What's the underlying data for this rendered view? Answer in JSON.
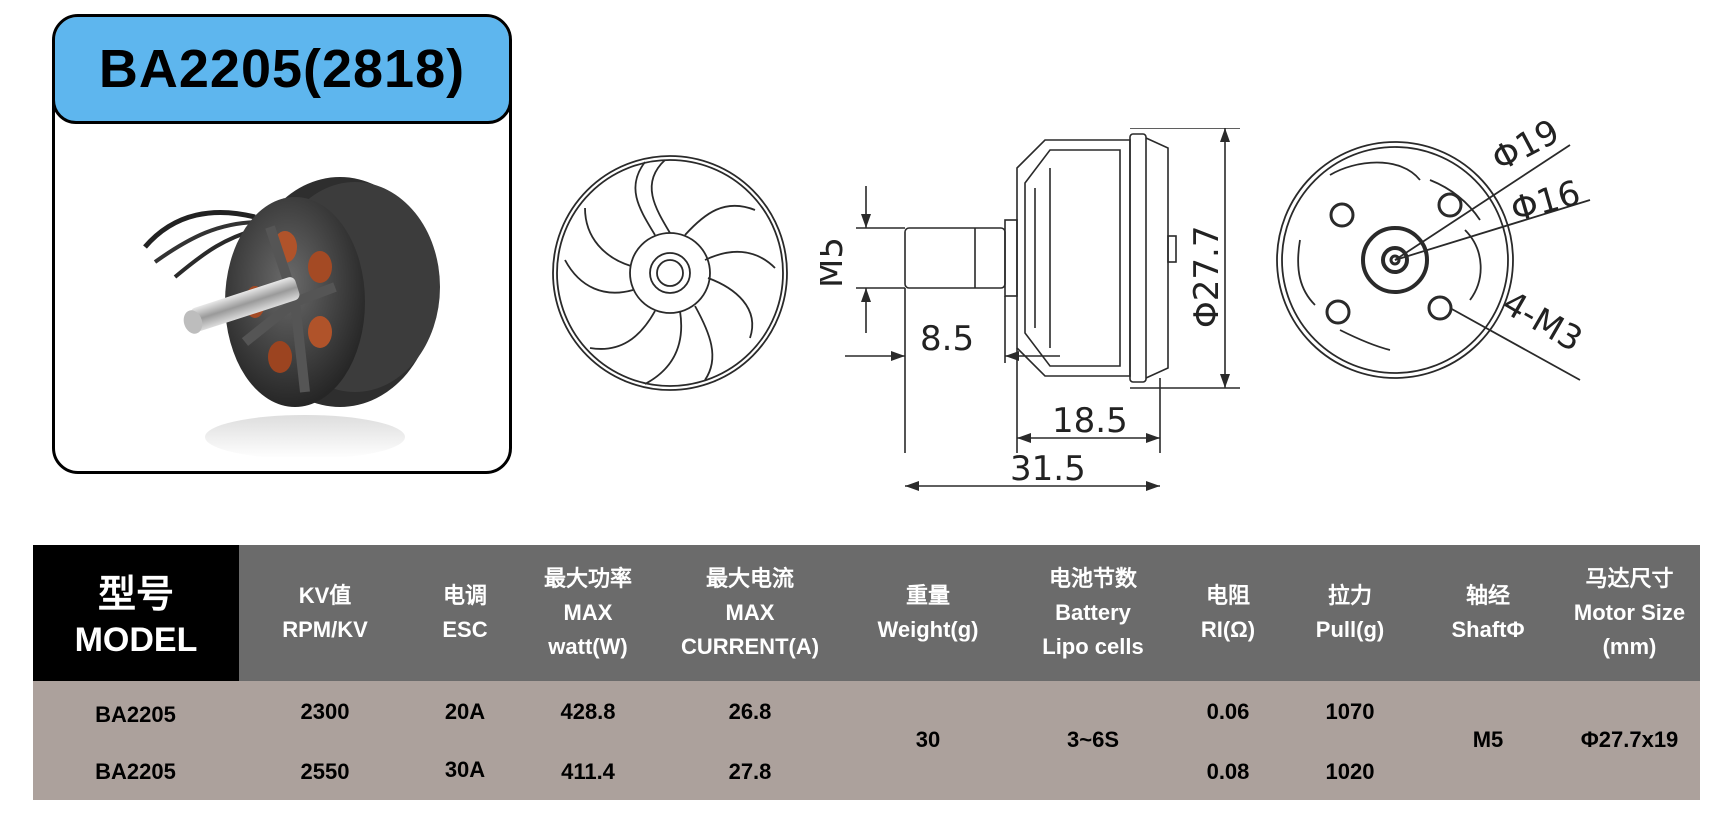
{
  "card": {
    "title": "BA2205(2818)"
  },
  "drawing": {
    "dims": {
      "shaft_thread": "M5",
      "shaft_length": "8.5",
      "body_length": "18.5",
      "total_length": "31.5",
      "diameter": "Φ27.7",
      "outer_hole_circle": "Φ19",
      "inner_hole_circle": "Φ16",
      "mount_holes": "4-M3"
    }
  },
  "table": {
    "model_header": {
      "zh": "型号",
      "en": "MODEL"
    },
    "headers": [
      {
        "zh": "KV值",
        "l2": "RPM/KV",
        "l3": ""
      },
      {
        "zh": "电调",
        "l2": "ESC",
        "l3": ""
      },
      {
        "zh": "最大功率",
        "l2": "MAX",
        "l3": "watt(W)"
      },
      {
        "zh": "最大电流",
        "l2": "MAX",
        "l3": "CURRENT(A)"
      },
      {
        "zh": "重量",
        "l2": "Weight(g)",
        "l3": ""
      },
      {
        "zh": "电池节数",
        "l2": "Battery",
        "l3": "Lipo cells"
      },
      {
        "zh": "电阻",
        "l2": "RI(Ω)",
        "l3": ""
      },
      {
        "zh": "拉力",
        "l2": "Pull(g)",
        "l3": ""
      },
      {
        "zh": "轴经",
        "l2": "ShaftΦ",
        "l3": ""
      },
      {
        "zh": "马达尺寸",
        "l2": "Motor Size",
        "l3": "(mm)"
      }
    ],
    "rows": [
      {
        "model": "BA2205",
        "kv": "2300",
        "esc": "20A",
        "watt": "428.8",
        "current": "26.8",
        "ri": "0.06",
        "pull": "1070"
      },
      {
        "model": "BA2205",
        "kv": "2550",
        "esc": "30A",
        "watt": "411.4",
        "current": "27.8",
        "ri": "0.08",
        "pull": "1020"
      }
    ],
    "shared": {
      "weight": "30",
      "battery": "3~6S",
      "shaft": "M5",
      "motor_size": "Φ27.7x19"
    }
  }
}
